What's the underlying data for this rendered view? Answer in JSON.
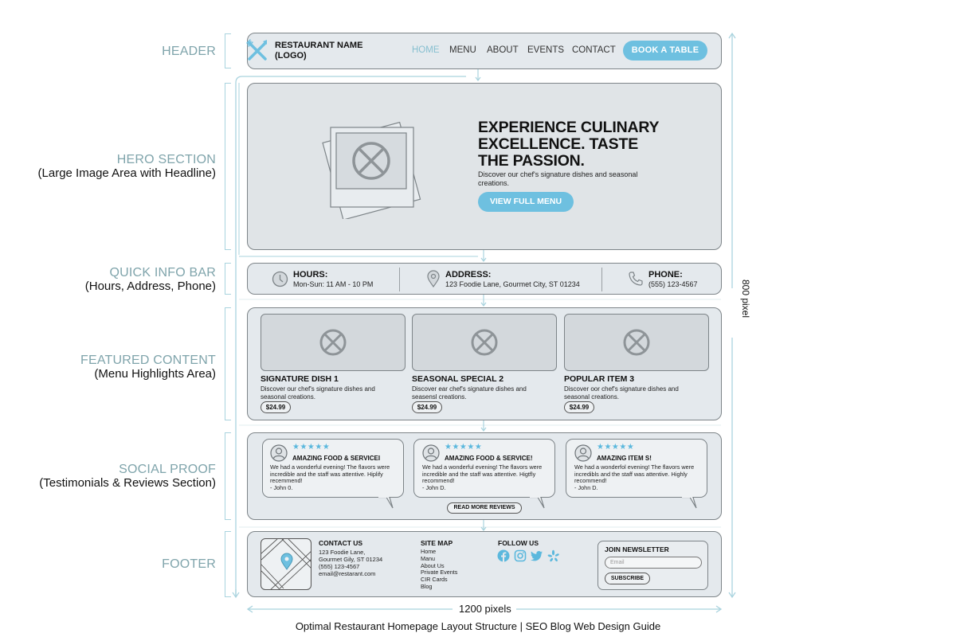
{
  "labels": {
    "header": {
      "title": "HEADER"
    },
    "hero": {
      "title": "HERO SECTION",
      "subtitle": "(Large Image Area with Headline)"
    },
    "quick_info": {
      "title": "QUICK INFO BAR",
      "subtitle": "(Hours, Address, Phone)"
    },
    "featured": {
      "title": "FEATURED CONTENT",
      "subtitle": "(Menu Highlights Area)"
    },
    "social": {
      "title": "SOCIAL PROOF",
      "subtitle": "(Testimonials & Reviews Section)"
    },
    "footer": {
      "title": "FOOTER"
    }
  },
  "header": {
    "logo_line1": "RESTAURANT NAME",
    "logo_line2": "(LOGO)",
    "nav": [
      "HOME",
      "MENU",
      "ABOUT",
      "EVENTS",
      "CONTACT"
    ],
    "active_nav": "HOME",
    "cta": "BOOK A TABLE"
  },
  "hero": {
    "headline": "EXPERIENCE CULINARY EXCELLENCE. TASTE THE PASSION.",
    "subtext": "Discover our chef's signature dishes and seasonal creations.",
    "cta": "VIEW FULL MENU"
  },
  "quick_info": {
    "hours": {
      "title": "HOURS:",
      "value": "Mon-Sun: 11 AM - 10 PM"
    },
    "address": {
      "title": "ADDRESS:",
      "value": "123 Foodie Lane, Gourmet City, ST 01234"
    },
    "phone": {
      "title": "PHONE:",
      "value": "(555) 123-4567"
    }
  },
  "featured": {
    "items": [
      {
        "title": "SIGNATURE DISH 1",
        "desc": "Discover our chef's signature dishes and seasonal creations.",
        "price": "$24.99"
      },
      {
        "title": "SEASONAL SPECIAL 2",
        "desc": "Discover ear chef's signature dishes and seasensl creations.",
        "price": "$24.99"
      },
      {
        "title": "POPULAR ITEM 3",
        "desc": "Discover oor chef's signature dishes and seasonal creations.",
        "price": "$24.99"
      }
    ]
  },
  "social": {
    "reviews": [
      {
        "stars": "★★★★★",
        "title": "AMAZING FOOD & SERVICEI",
        "body": "We had a wonderful evening! The flavors were incredible and the staff was attentive. Hiplify recemmend!",
        "author": "- John 0."
      },
      {
        "stars": "★★★★★",
        "title": "AMAZING FOOD & SERVICE!",
        "body": "We had a wonderful evening! The flavors were incredible and the staff was attentive. Higtfly recommend!",
        "author": "- John D."
      },
      {
        "stars": "★★★★★",
        "title": "AMAZING ITEM S!",
        "body": "We had a wonderfol evening! The flavors were incredibls and the staff was attentive. Highly recommend!",
        "author": "- John D."
      }
    ],
    "more_button": "READ MORE REVIEWS"
  },
  "footer": {
    "contact": {
      "title": "CONTACT US",
      "lines": [
        "123 Foodie Lane,",
        "Gourmet Gily, ST 01234",
        "(555) 123-4567",
        "email@restarant.com"
      ]
    },
    "sitemap": {
      "title": "SITE MAP",
      "links": [
        "Home",
        "Manu",
        "About Us",
        "Private Events",
        "CIR Cards",
        "Blog"
      ]
    },
    "follow": {
      "title": "FOLLOW US",
      "icons": [
        "facebook-icon",
        "instagram-icon",
        "twitter-icon",
        "yelp-icon"
      ]
    },
    "newsletter": {
      "title": "JOIN NEWSLETTER",
      "placeholder": "Email",
      "button": "SUBSCRIBE"
    }
  },
  "dimensions": {
    "width": "1200 pixels",
    "height": "800 pixel"
  },
  "caption": "Optimal Restaurant Homepage Layout Structure | SEO Blog Web Design Guide",
  "colors": {
    "accent": "#6ec0e0",
    "label": "#7fa4ab",
    "box_bg": "#e4e9ed",
    "border": "#7d8488",
    "guide": "#a9d3de"
  }
}
